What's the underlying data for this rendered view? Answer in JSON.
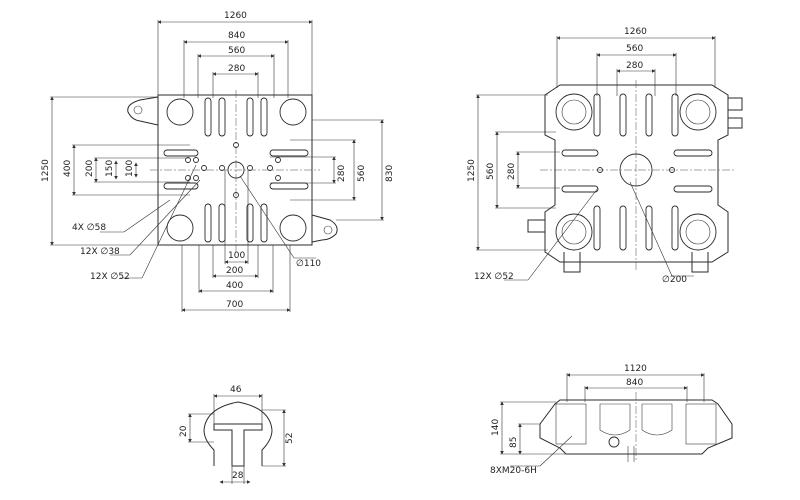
{
  "views": {
    "front_left": {
      "dims_top": [
        "1260",
        "840",
        "560",
        "280"
      ],
      "dims_bottom": [
        "100",
        "200",
        "400",
        "700"
      ],
      "dims_left": [
        "1250",
        "400",
        "200",
        "150",
        "100"
      ],
      "dims_right": [
        "280",
        "560",
        "830"
      ],
      "callouts": [
        "4X ∅58",
        "12X ∅38",
        "12X ∅52",
        "∅110"
      ]
    },
    "front_right": {
      "dims_top": [
        "1260",
        "560",
        "280"
      ],
      "dims_left": [
        "1250",
        "560",
        "280"
      ],
      "callouts": [
        "12X ∅52",
        "∅200"
      ]
    },
    "slot_detail": {
      "dims": [
        "46",
        "20",
        "52",
        "28"
      ]
    },
    "side_view": {
      "dims": [
        "1120",
        "840",
        "140",
        "85"
      ],
      "callouts": [
        "8XM20-6H"
      ]
    }
  }
}
